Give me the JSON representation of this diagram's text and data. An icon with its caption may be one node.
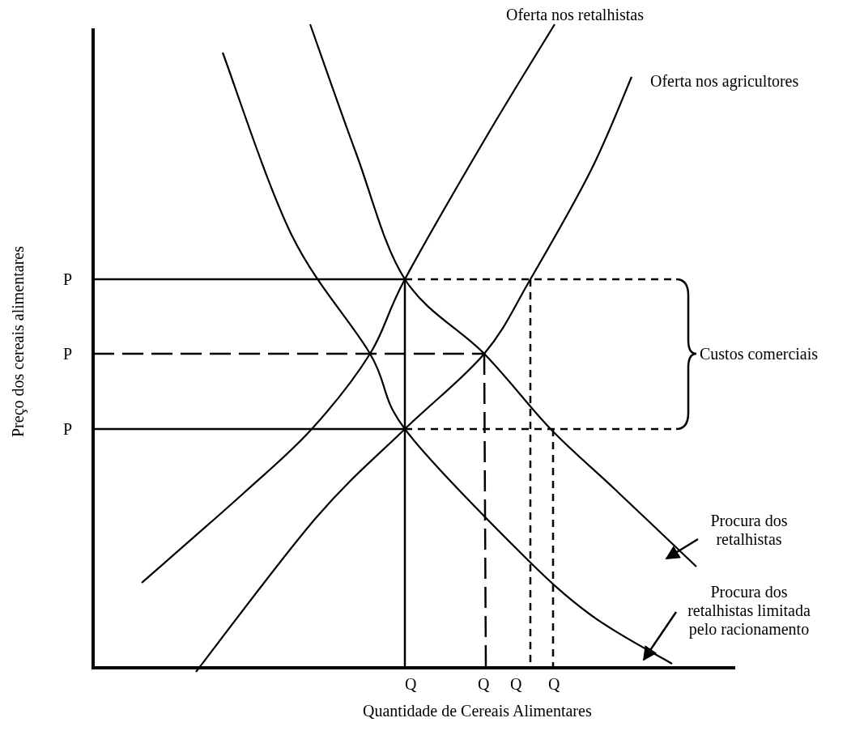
{
  "diagram": {
    "nodes": [
      {
        "text": [
          "Procura dos retalhistas"
        ]
      },
      {
        "text": [
          "Procura dos retalhistas limitada pelo racionamento"
        ]
      }
    ],
    "edges": [
      {
        "from": 0,
        "to": null,
        "arrow": "to"
      },
      {
        "from": 1,
        "to": null,
        "arrow": "to"
      }
    ],
    "labels": [
      "Oferta nos retalhistas",
      "Oferta nos agricultores",
      "P",
      "P",
      "Custos comerciais",
      "P",
      "Preço dos cereais alimentares",
      "Q",
      "Q",
      "Q",
      "Q",
      "Quantidade de Cereais Alimentares"
    ]
  }
}
